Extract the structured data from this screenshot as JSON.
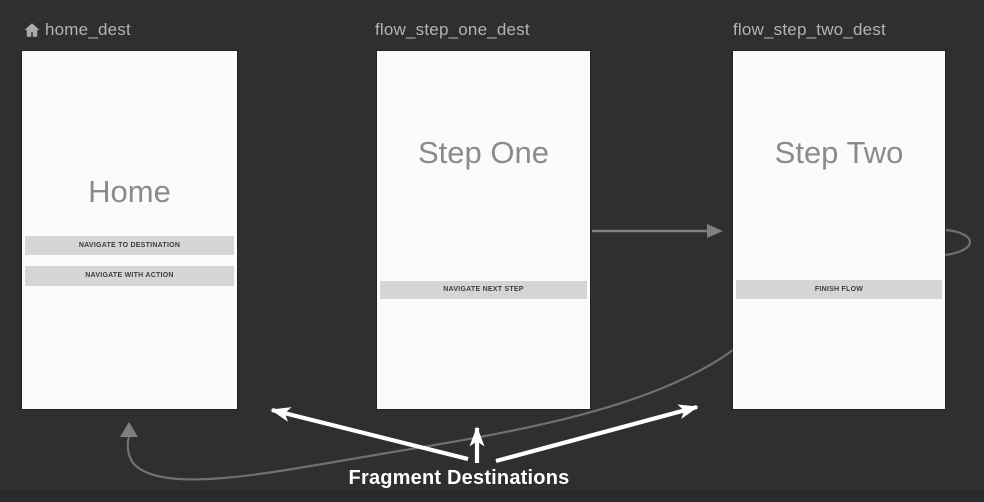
{
  "colors": {
    "canvas_bg": "#2e2f31",
    "bottom_bar": "#292a2c",
    "card_bg": "#fbfbfb",
    "card_title_text": "#8b8b8b",
    "button_bg": "#d5d5d5",
    "button_text": "#3d3d3d",
    "dest_label_text": "#b3b3b3",
    "action_arrow": "#7d7f81",
    "annotation": "#ffffff"
  },
  "destinations": [
    {
      "label": "home_dest",
      "is_start_destination": true,
      "preview": {
        "title": "Home",
        "buttons": [
          "NAVIGATE TO DESTINATION",
          "NAVIGATE WITH ACTION"
        ]
      }
    },
    {
      "label": "flow_step_one_dest",
      "is_start_destination": false,
      "preview": {
        "title": "Step One",
        "buttons": [
          "NAVIGATE NEXT STEP"
        ]
      }
    },
    {
      "label": "flow_step_two_dest",
      "is_start_destination": false,
      "preview": {
        "title": "Step Two",
        "buttons": [
          "FINISH FLOW"
        ]
      }
    }
  ],
  "icons": {
    "start_destination": "home-icon"
  },
  "annotation": {
    "label": "Fragment Destinations"
  }
}
